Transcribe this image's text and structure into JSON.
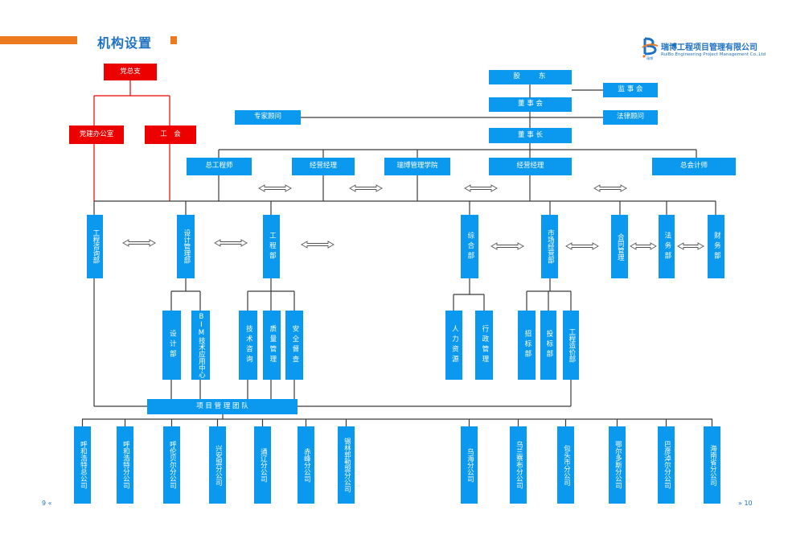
{
  "header": {
    "title": "机构设置",
    "logo_name_cn": "瑞博工程项目管理有限公司",
    "logo_name_en": "RuiBo Engineering Project Management Co.,Ltd",
    "logo_mark_text": "瑞博"
  },
  "footer": {
    "page_left": "9 «",
    "page_right": "» 10"
  },
  "colors": {
    "accent_orange": "#ee7a1f",
    "box_blue": "#0a99ee",
    "party_red": "#ec0000",
    "title_blue": "#1f72c2"
  },
  "party": {
    "branch": "党总支",
    "office": "党建办公室",
    "union": "工　会"
  },
  "governance": {
    "shareholders": "股　　东",
    "supervisors": "监 事 会",
    "board": "董 事 会",
    "legal_advisor": "法律顾问",
    "expert_advisor": "专家顾问",
    "chairman": "董 事 长"
  },
  "executives": {
    "chief_engineer": "总工程师",
    "business_manager_1": "经营经理",
    "academy": "瑞博管理学院",
    "business_manager_2": "经营经理",
    "chief_accountant": "总会计师"
  },
  "departments": {
    "consulting": "工程咨询部",
    "design_mgmt": "设计管理部",
    "engineering": "工程部",
    "general": "综合部",
    "market": "市场经营部",
    "contract": "合同管理",
    "legal": "法务部",
    "finance": "财务部"
  },
  "sub_departments": {
    "design": "设计部",
    "bim": "BIM技术应用中心",
    "tech_consult": "技术咨询",
    "quality": "质量管理",
    "safety": "安全督查",
    "hr": "人力资源",
    "admin": "行政管理",
    "bidding_invite": "招标部",
    "bidding_submit": "投标部",
    "cost": "工程造价部"
  },
  "project_team": "项 目 管 理 团 队",
  "branches": [
    "呼和浩特总公司",
    "呼和浩特分公司",
    "呼伦贝尔分公司",
    "兴安盟分公司",
    "通辽分公司",
    "赤峰分公司",
    "锡林郭勒盟分公司",
    "乌海分公司",
    "乌兰察布分公司",
    "包头市分公司",
    "鄂尔多斯分公司",
    "巴彦淖尔分公司",
    "海南省分公司"
  ]
}
